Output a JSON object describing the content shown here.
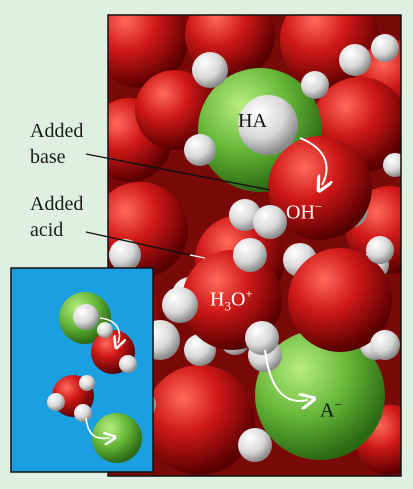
{
  "labels": {
    "added_base_line1": "Added",
    "added_base_line2": "base",
    "added_acid_line1": "Added",
    "added_acid_line2": "acid"
  },
  "molecules": {
    "ha": "HA",
    "hydroxide_base": "OH",
    "hydroxide_charge": "−",
    "hydronium_h": "H",
    "hydronium_sub3": "3",
    "hydronium_o": "O",
    "hydronium_charge": "+",
    "conjugate_base": "A",
    "conjugate_charge": "−"
  },
  "colors": {
    "page_bg": "#dff0e3",
    "oxygen_red": "#c41414",
    "hydrogen_white": "#e8e8e8",
    "acid_green": "#6cbf3a",
    "inset_blue": "#1a9fe0",
    "frame": "#111111"
  }
}
